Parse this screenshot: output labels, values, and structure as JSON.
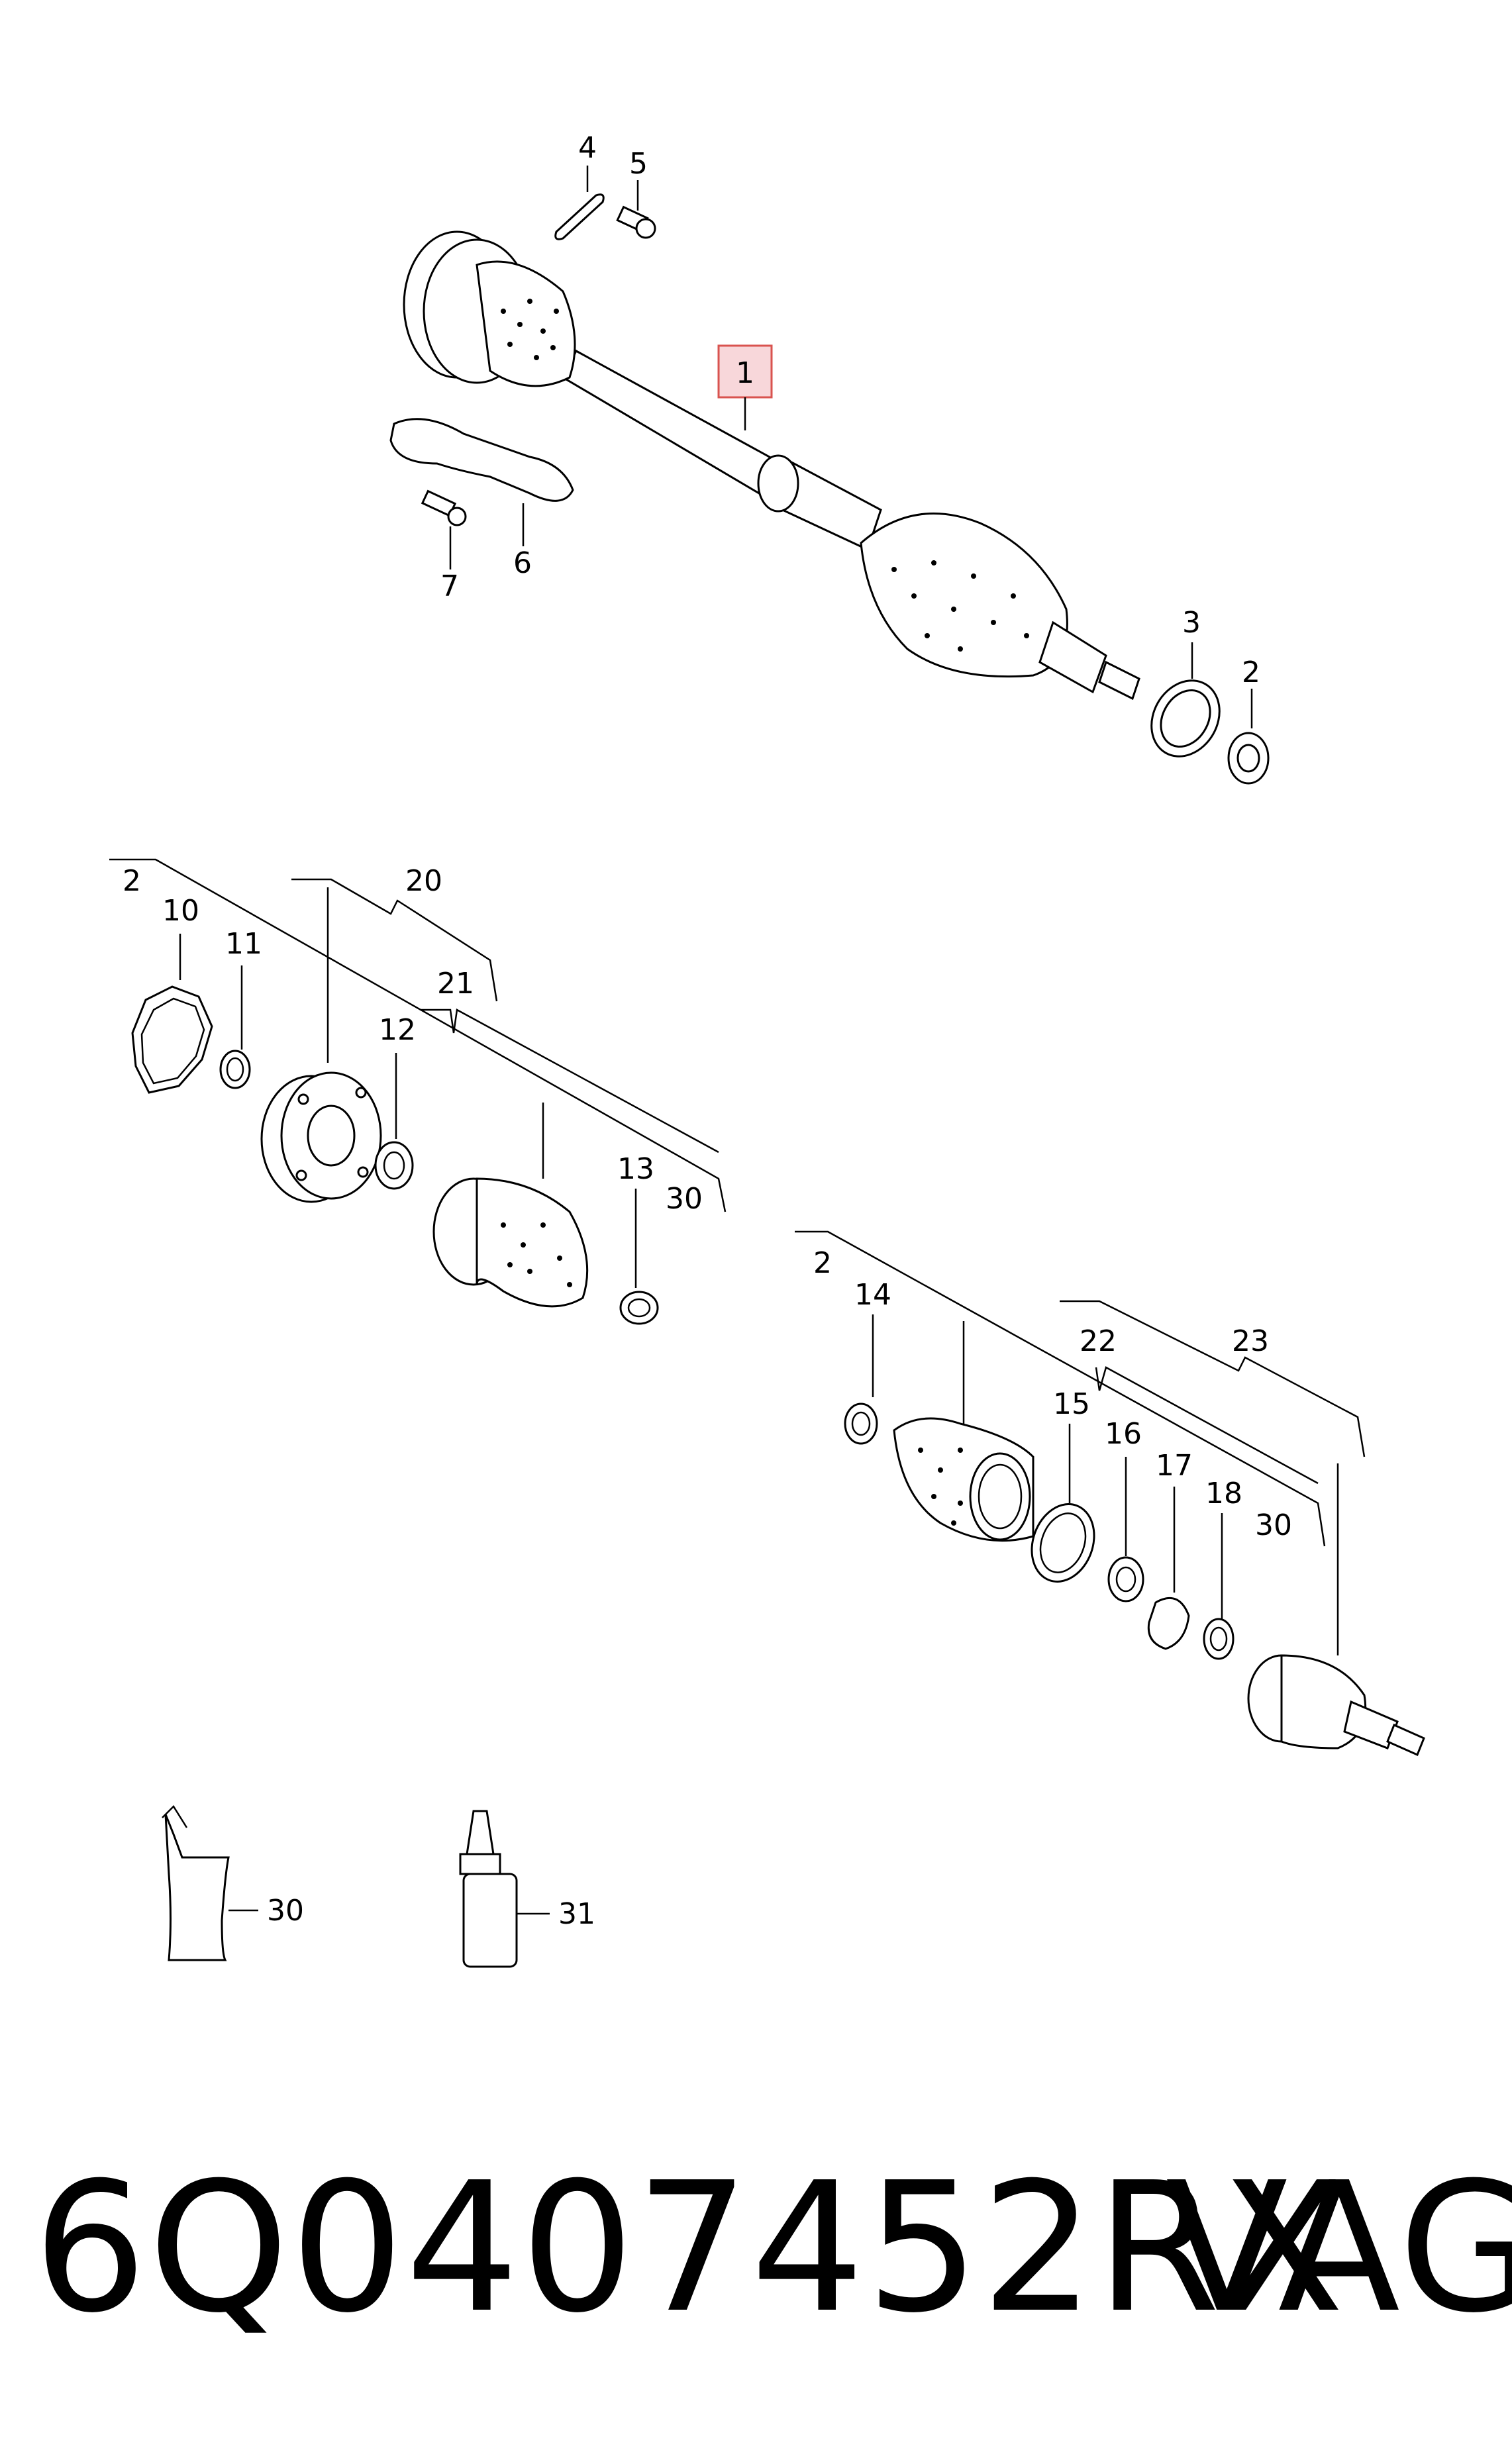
{
  "callouts": {
    "c1": "1",
    "c2a": "2",
    "c3": "3",
    "c4": "4",
    "c5": "5",
    "c6": "6",
    "c7": "7",
    "c2b": "2",
    "c10": "10",
    "c11": "11",
    "c20": "20",
    "c21": "21",
    "c12": "12",
    "c13": "13",
    "c30a": "30",
    "c2c": "2",
    "c14": "14",
    "c22": "22",
    "c23": "23",
    "c15": "15",
    "c16": "16",
    "c17": "17",
    "c18": "18",
    "c30b": "30",
    "c30c": "30",
    "c31": "31"
  },
  "footer": {
    "part_number": "6Q0407452RX",
    "brand": "VAG"
  },
  "colors": {
    "highlight_fill": "#f8d7da",
    "highlight_stroke": "#d9534f",
    "line": "#000000"
  }
}
